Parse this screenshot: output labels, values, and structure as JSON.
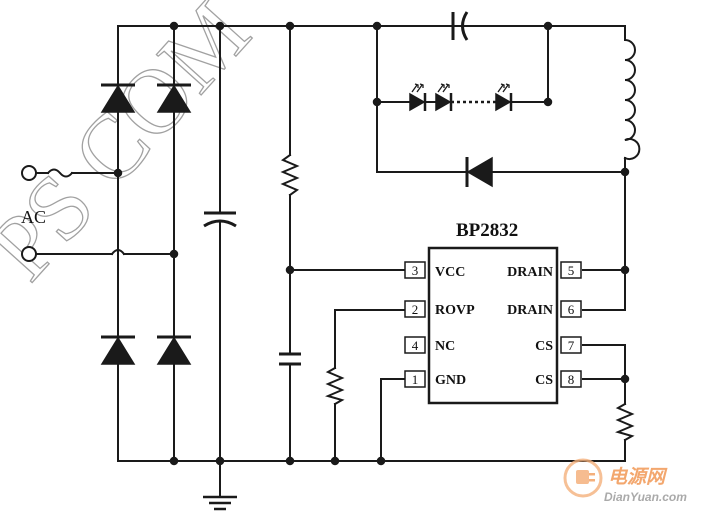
{
  "diagram": {
    "chip_name": "BP2832",
    "ac_label": "AC",
    "pins": [
      {
        "num": "3",
        "label": "VCC"
      },
      {
        "num": "2",
        "label": "ROVP"
      },
      {
        "num": "4",
        "label": "NC"
      },
      {
        "num": "1",
        "label": "GND"
      },
      {
        "num": "5",
        "label": "DRAIN"
      },
      {
        "num": "6",
        "label": "DRAIN"
      },
      {
        "num": "7",
        "label": "CS"
      },
      {
        "num": "8",
        "label": "CS"
      }
    ],
    "watermark": "PS COM",
    "logo": {
      "cn_text": "电源网",
      "en_text": "DianYuan.com"
    }
  }
}
